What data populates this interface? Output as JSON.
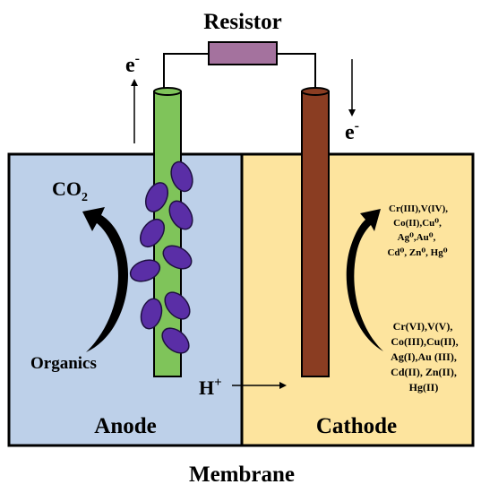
{
  "labels": {
    "resistor": "Resistor",
    "electron_left": "e",
    "electron_left_sup": "-",
    "electron_right": "e",
    "electron_right_sup": "-",
    "co2_main": "CO",
    "co2_sub": "2",
    "organics": "Organics",
    "proton_main": "H",
    "proton_sup": "+",
    "anode": "Anode",
    "cathode": "Cathode",
    "membrane": "Membrane"
  },
  "reduced_metals": [
    "Cr(III),V(IV),",
    "Co(II),Cu⁰,",
    "Ag⁰,Au⁰,",
    "Cd⁰, Zn⁰, Hg⁰"
  ],
  "oxidized_metals": [
    "Cr(VI),V(V),",
    "Co(III),Cu(II),",
    "Ag(I),Au (III),",
    "Cd(II), Zn(II),",
    "Hg(II)"
  ],
  "colors": {
    "anode_chamber": "#bdd0e9",
    "cathode_chamber": "#fde49e",
    "anode_electrode": "#7fc45a",
    "cathode_electrode": "#8a3d22",
    "resistor": "#a4729e",
    "bacteria": "#5a2ea6"
  }
}
